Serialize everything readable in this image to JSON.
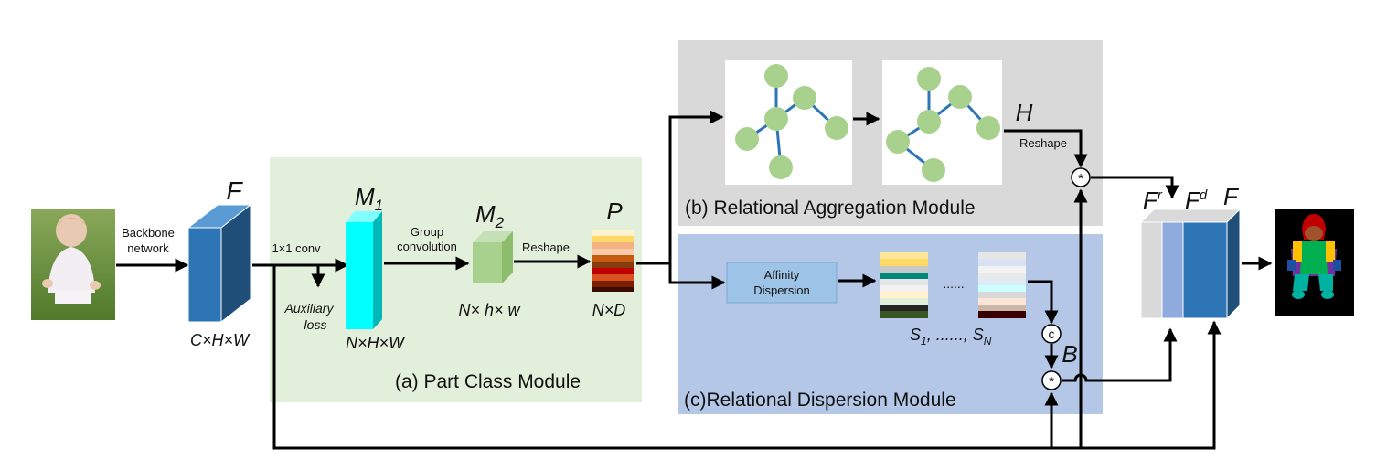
{
  "labels": {
    "F_main": "F",
    "CHW": "C×H×W",
    "backbone_1": "Backbone",
    "backbone_2": "network",
    "conv1x1": "1×1 conv",
    "aux_1": "Auxiliary",
    "aux_2": "loss",
    "M1": "M",
    "M1_sub": "1",
    "NHW": "N×H×W",
    "group_1": "Group",
    "group_2": "convolution",
    "M2": "M",
    "M2_sub": "2",
    "Nhw": "N× h× w",
    "reshape_a": "Reshape",
    "P": "P",
    "ND": "N×D",
    "part_class_module": "(a) Part Class Module",
    "relational_aggregation_module": "(b) Relational Aggregation Module",
    "relational_dispersion_module": "(c)Relational Dispersion Module",
    "H": "H",
    "reshape_b": "Reshape",
    "affinity_1": "Affinity",
    "affinity_2": "Dispersion",
    "dots": "......",
    "S_seq": "S",
    "S1_sub": "1",
    "S_mid": ", ......, S",
    "SN_sub": "N",
    "B": "B",
    "concat_symbol": "c",
    "mult_symbol": "*",
    "Fr": "F",
    "Fr_sup": "r",
    "Fd": "F",
    "Fd_sup": "d",
    "F_out": "F"
  },
  "colors": {
    "part_class_bg": "#e2efda",
    "aggregation_bg": "#d9d9d9",
    "dispersion_bg": "#b4c7e7",
    "feature_block": "#2e75b6",
    "m1_block": "#00ffff",
    "m2_block": "#a9d18e",
    "graph_node": "#a9d18e",
    "graph_edge": "#2e75b6",
    "affinity_box": "#9dc3e6",
    "fr_block": "#d9d9d9",
    "fd_block": "#8faadc"
  }
}
